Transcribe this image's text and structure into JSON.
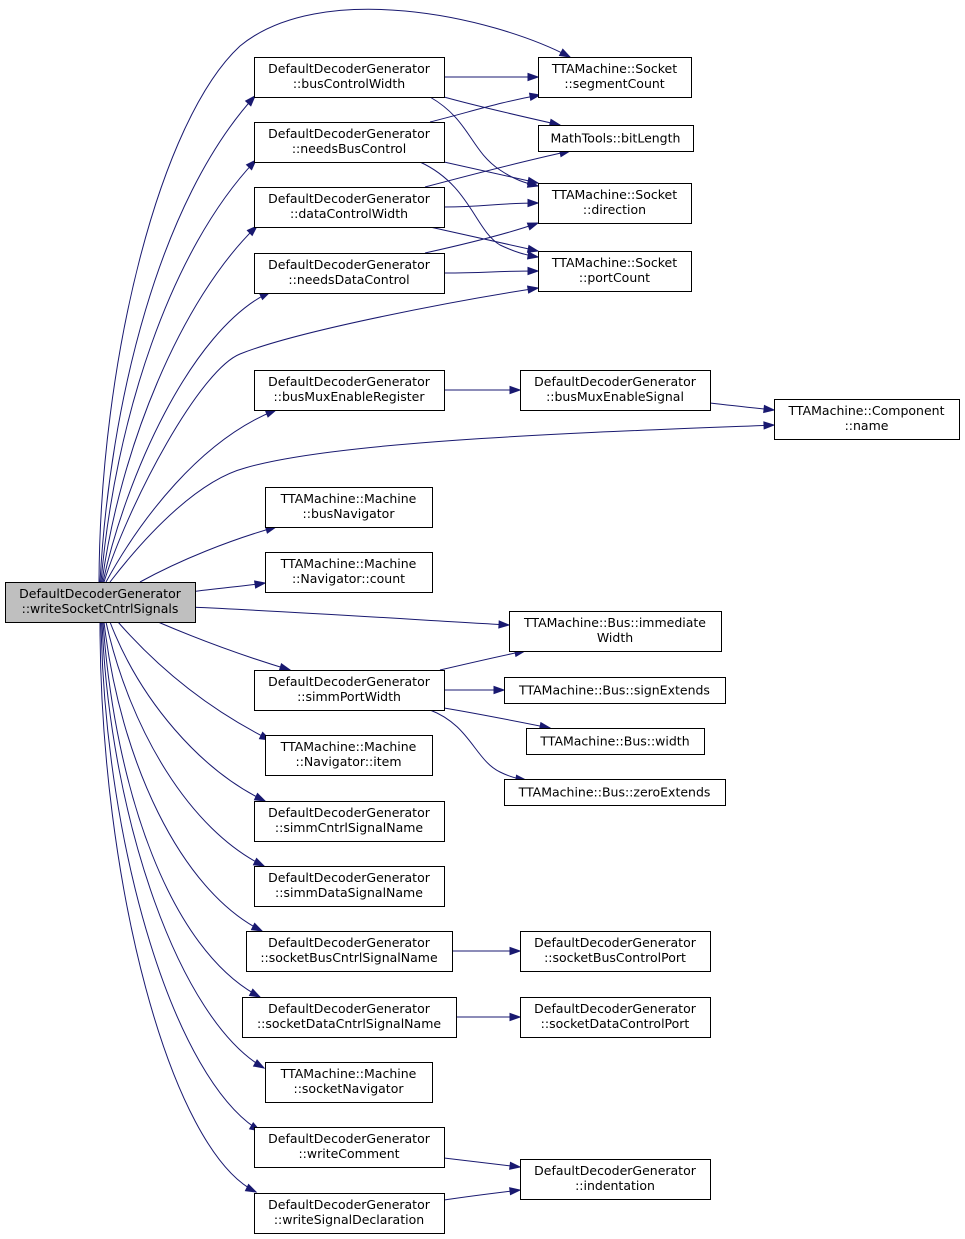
{
  "graph": {
    "root": {
      "line1": "DefaultDecoderGenerator",
      "line2": "::writeSocketCntrlSignals"
    },
    "nodes": {
      "busControlWidth": {
        "line1": "DefaultDecoderGenerator",
        "line2": "::busControlWidth"
      },
      "needsBusControl": {
        "line1": "DefaultDecoderGenerator",
        "line2": "::needsBusControl"
      },
      "dataControlWidth": {
        "line1": "DefaultDecoderGenerator",
        "line2": "::dataControlWidth"
      },
      "needsDataControl": {
        "line1": "DefaultDecoderGenerator",
        "line2": "::needsDataControl"
      },
      "segmentCount": {
        "line1": "TTAMachine::Socket",
        "line2": "::segmentCount"
      },
      "bitLength": {
        "line1": "MathTools::bitLength",
        "line2": ""
      },
      "direction": {
        "line1": "TTAMachine::Socket",
        "line2": "::direction"
      },
      "portCount": {
        "line1": "TTAMachine::Socket",
        "line2": "::portCount"
      },
      "busMuxEnableRegister": {
        "line1": "DefaultDecoderGenerator",
        "line2": "::busMuxEnableRegister"
      },
      "busMuxEnableSignal": {
        "line1": "DefaultDecoderGenerator",
        "line2": "::busMuxEnableSignal"
      },
      "componentName": {
        "line1": "TTAMachine::Component",
        "line2": "::name"
      },
      "busNavigator": {
        "line1": "TTAMachine::Machine",
        "line2": "::busNavigator"
      },
      "navigatorCount": {
        "line1": "TTAMachine::Machine",
        "line2": "::Navigator::count"
      },
      "immediateWidth": {
        "line1": "TTAMachine::Bus::immediate",
        "line2": "Width"
      },
      "simmPortWidth": {
        "line1": "DefaultDecoderGenerator",
        "line2": "::simmPortWidth"
      },
      "signExtends": {
        "line1": "TTAMachine::Bus::signExtends",
        "line2": ""
      },
      "busWidth": {
        "line1": "TTAMachine::Bus::width",
        "line2": ""
      },
      "zeroExtends": {
        "line1": "TTAMachine::Bus::zeroExtends",
        "line2": ""
      },
      "navigatorItem": {
        "line1": "TTAMachine::Machine",
        "line2": "::Navigator::item"
      },
      "simmCntrlSignalName": {
        "line1": "DefaultDecoderGenerator",
        "line2": "::simmCntrlSignalName"
      },
      "simmDataSignalName": {
        "line1": "DefaultDecoderGenerator",
        "line2": "::simmDataSignalName"
      },
      "socketBusCntrlSignalName": {
        "line1": "DefaultDecoderGenerator",
        "line2": "::socketBusCntrlSignalName"
      },
      "socketBusControlPort": {
        "line1": "DefaultDecoderGenerator",
        "line2": "::socketBusControlPort"
      },
      "socketDataCntrlSignalName": {
        "line1": "DefaultDecoderGenerator",
        "line2": "::socketDataCntrlSignalName"
      },
      "socketDataControlPort": {
        "line1": "DefaultDecoderGenerator",
        "line2": "::socketDataControlPort"
      },
      "socketNavigator": {
        "line1": "TTAMachine::Machine",
        "line2": "::socketNavigator"
      },
      "writeComment": {
        "line1": "DefaultDecoderGenerator",
        "line2": "::writeComment"
      },
      "indentation": {
        "line1": "DefaultDecoderGenerator",
        "line2": "::indentation"
      },
      "writeSignalDeclaration": {
        "line1": "DefaultDecoderGenerator",
        "line2": "::writeSignalDeclaration"
      }
    },
    "edges": [
      [
        "root",
        "busControlWidth"
      ],
      [
        "root",
        "needsBusControl"
      ],
      [
        "root",
        "dataControlWidth"
      ],
      [
        "root",
        "needsDataControl"
      ],
      [
        "root",
        "segmentCount"
      ],
      [
        "root",
        "portCount"
      ],
      [
        "root",
        "busMuxEnableRegister"
      ],
      [
        "root",
        "componentName"
      ],
      [
        "root",
        "busNavigator"
      ],
      [
        "root",
        "navigatorCount"
      ],
      [
        "root",
        "immediateWidth"
      ],
      [
        "root",
        "simmPortWidth"
      ],
      [
        "root",
        "navigatorItem"
      ],
      [
        "root",
        "simmCntrlSignalName"
      ],
      [
        "root",
        "simmDataSignalName"
      ],
      [
        "root",
        "socketBusCntrlSignalName"
      ],
      [
        "root",
        "socketDataCntrlSignalName"
      ],
      [
        "root",
        "socketNavigator"
      ],
      [
        "root",
        "writeComment"
      ],
      [
        "root",
        "writeSignalDeclaration"
      ],
      [
        "busControlWidth",
        "segmentCount"
      ],
      [
        "busControlWidth",
        "bitLength"
      ],
      [
        "busControlWidth",
        "direction"
      ],
      [
        "needsBusControl",
        "segmentCount"
      ],
      [
        "needsBusControl",
        "direction"
      ],
      [
        "needsBusControl",
        "portCount"
      ],
      [
        "dataControlWidth",
        "bitLength"
      ],
      [
        "dataControlWidth",
        "direction"
      ],
      [
        "dataControlWidth",
        "portCount"
      ],
      [
        "needsDataControl",
        "direction"
      ],
      [
        "needsDataControl",
        "portCount"
      ],
      [
        "busMuxEnableRegister",
        "busMuxEnableSignal"
      ],
      [
        "busMuxEnableSignal",
        "componentName"
      ],
      [
        "simmPortWidth",
        "immediateWidth"
      ],
      [
        "simmPortWidth",
        "signExtends"
      ],
      [
        "simmPortWidth",
        "busWidth"
      ],
      [
        "simmPortWidth",
        "zeroExtends"
      ],
      [
        "socketBusCntrlSignalName",
        "socketBusControlPort"
      ],
      [
        "socketDataCntrlSignalName",
        "socketDataControlPort"
      ],
      [
        "writeComment",
        "indentation"
      ],
      [
        "writeSignalDeclaration",
        "indentation"
      ]
    ]
  }
}
